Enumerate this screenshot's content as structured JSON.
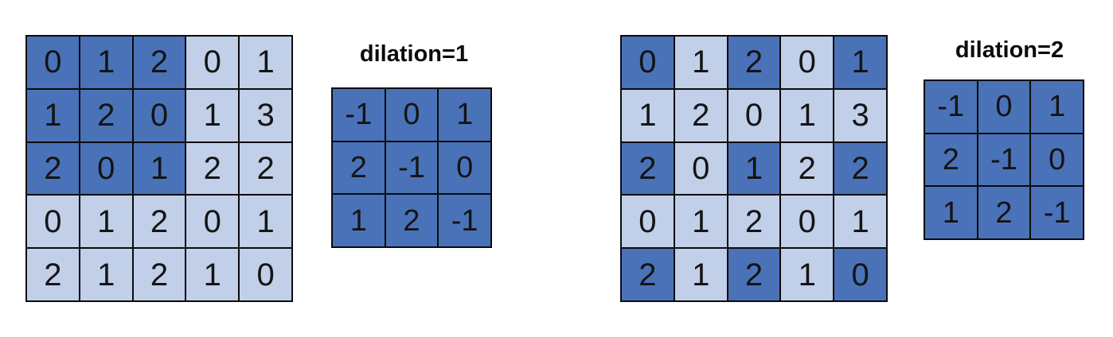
{
  "figure": {
    "description_labels": {
      "left_kernel_title": "dilation=1",
      "right_kernel_title": "dilation=2"
    }
  },
  "colors": {
    "dark_cell": "#4A72B8",
    "light_cell": "#C1CFE9",
    "grid_border": "#0b0b0b",
    "text": "#141414",
    "background": "#ffffff"
  },
  "left_panel": {
    "matrix": {
      "rows": [
        [
          "0",
          "1",
          "2",
          "0",
          "1"
        ],
        [
          "1",
          "2",
          "0",
          "1",
          "3"
        ],
        [
          "2",
          "0",
          "1",
          "2",
          "2"
        ],
        [
          "0",
          "1",
          "2",
          "0",
          "1"
        ],
        [
          "2",
          "1",
          "2",
          "1",
          "0"
        ]
      ],
      "highlight": [
        [
          1,
          1,
          1,
          0,
          0
        ],
        [
          1,
          1,
          1,
          0,
          0
        ],
        [
          1,
          1,
          1,
          0,
          0
        ],
        [
          0,
          0,
          0,
          0,
          0
        ],
        [
          0,
          0,
          0,
          0,
          0
        ]
      ]
    },
    "kernel": {
      "title": "dilation=1",
      "rows": [
        [
          "-1",
          "0",
          "1"
        ],
        [
          "2",
          "-1",
          "0"
        ],
        [
          "1",
          "2",
          "-1"
        ]
      ]
    }
  },
  "right_panel": {
    "matrix": {
      "rows": [
        [
          "0",
          "1",
          "2",
          "0",
          "1"
        ],
        [
          "1",
          "2",
          "0",
          "1",
          "3"
        ],
        [
          "2",
          "0",
          "1",
          "2",
          "2"
        ],
        [
          "0",
          "1",
          "2",
          "0",
          "1"
        ],
        [
          "2",
          "1",
          "2",
          "1",
          "0"
        ]
      ],
      "highlight": [
        [
          1,
          0,
          1,
          0,
          1
        ],
        [
          0,
          0,
          0,
          0,
          0
        ],
        [
          1,
          0,
          1,
          0,
          1
        ],
        [
          0,
          0,
          0,
          0,
          0
        ],
        [
          1,
          0,
          1,
          0,
          1
        ]
      ]
    },
    "kernel": {
      "title": "dilation=2",
      "rows": [
        [
          "-1",
          "0",
          "1"
        ],
        [
          "2",
          "-1",
          "0"
        ],
        [
          "1",
          "2",
          "-1"
        ]
      ]
    }
  }
}
